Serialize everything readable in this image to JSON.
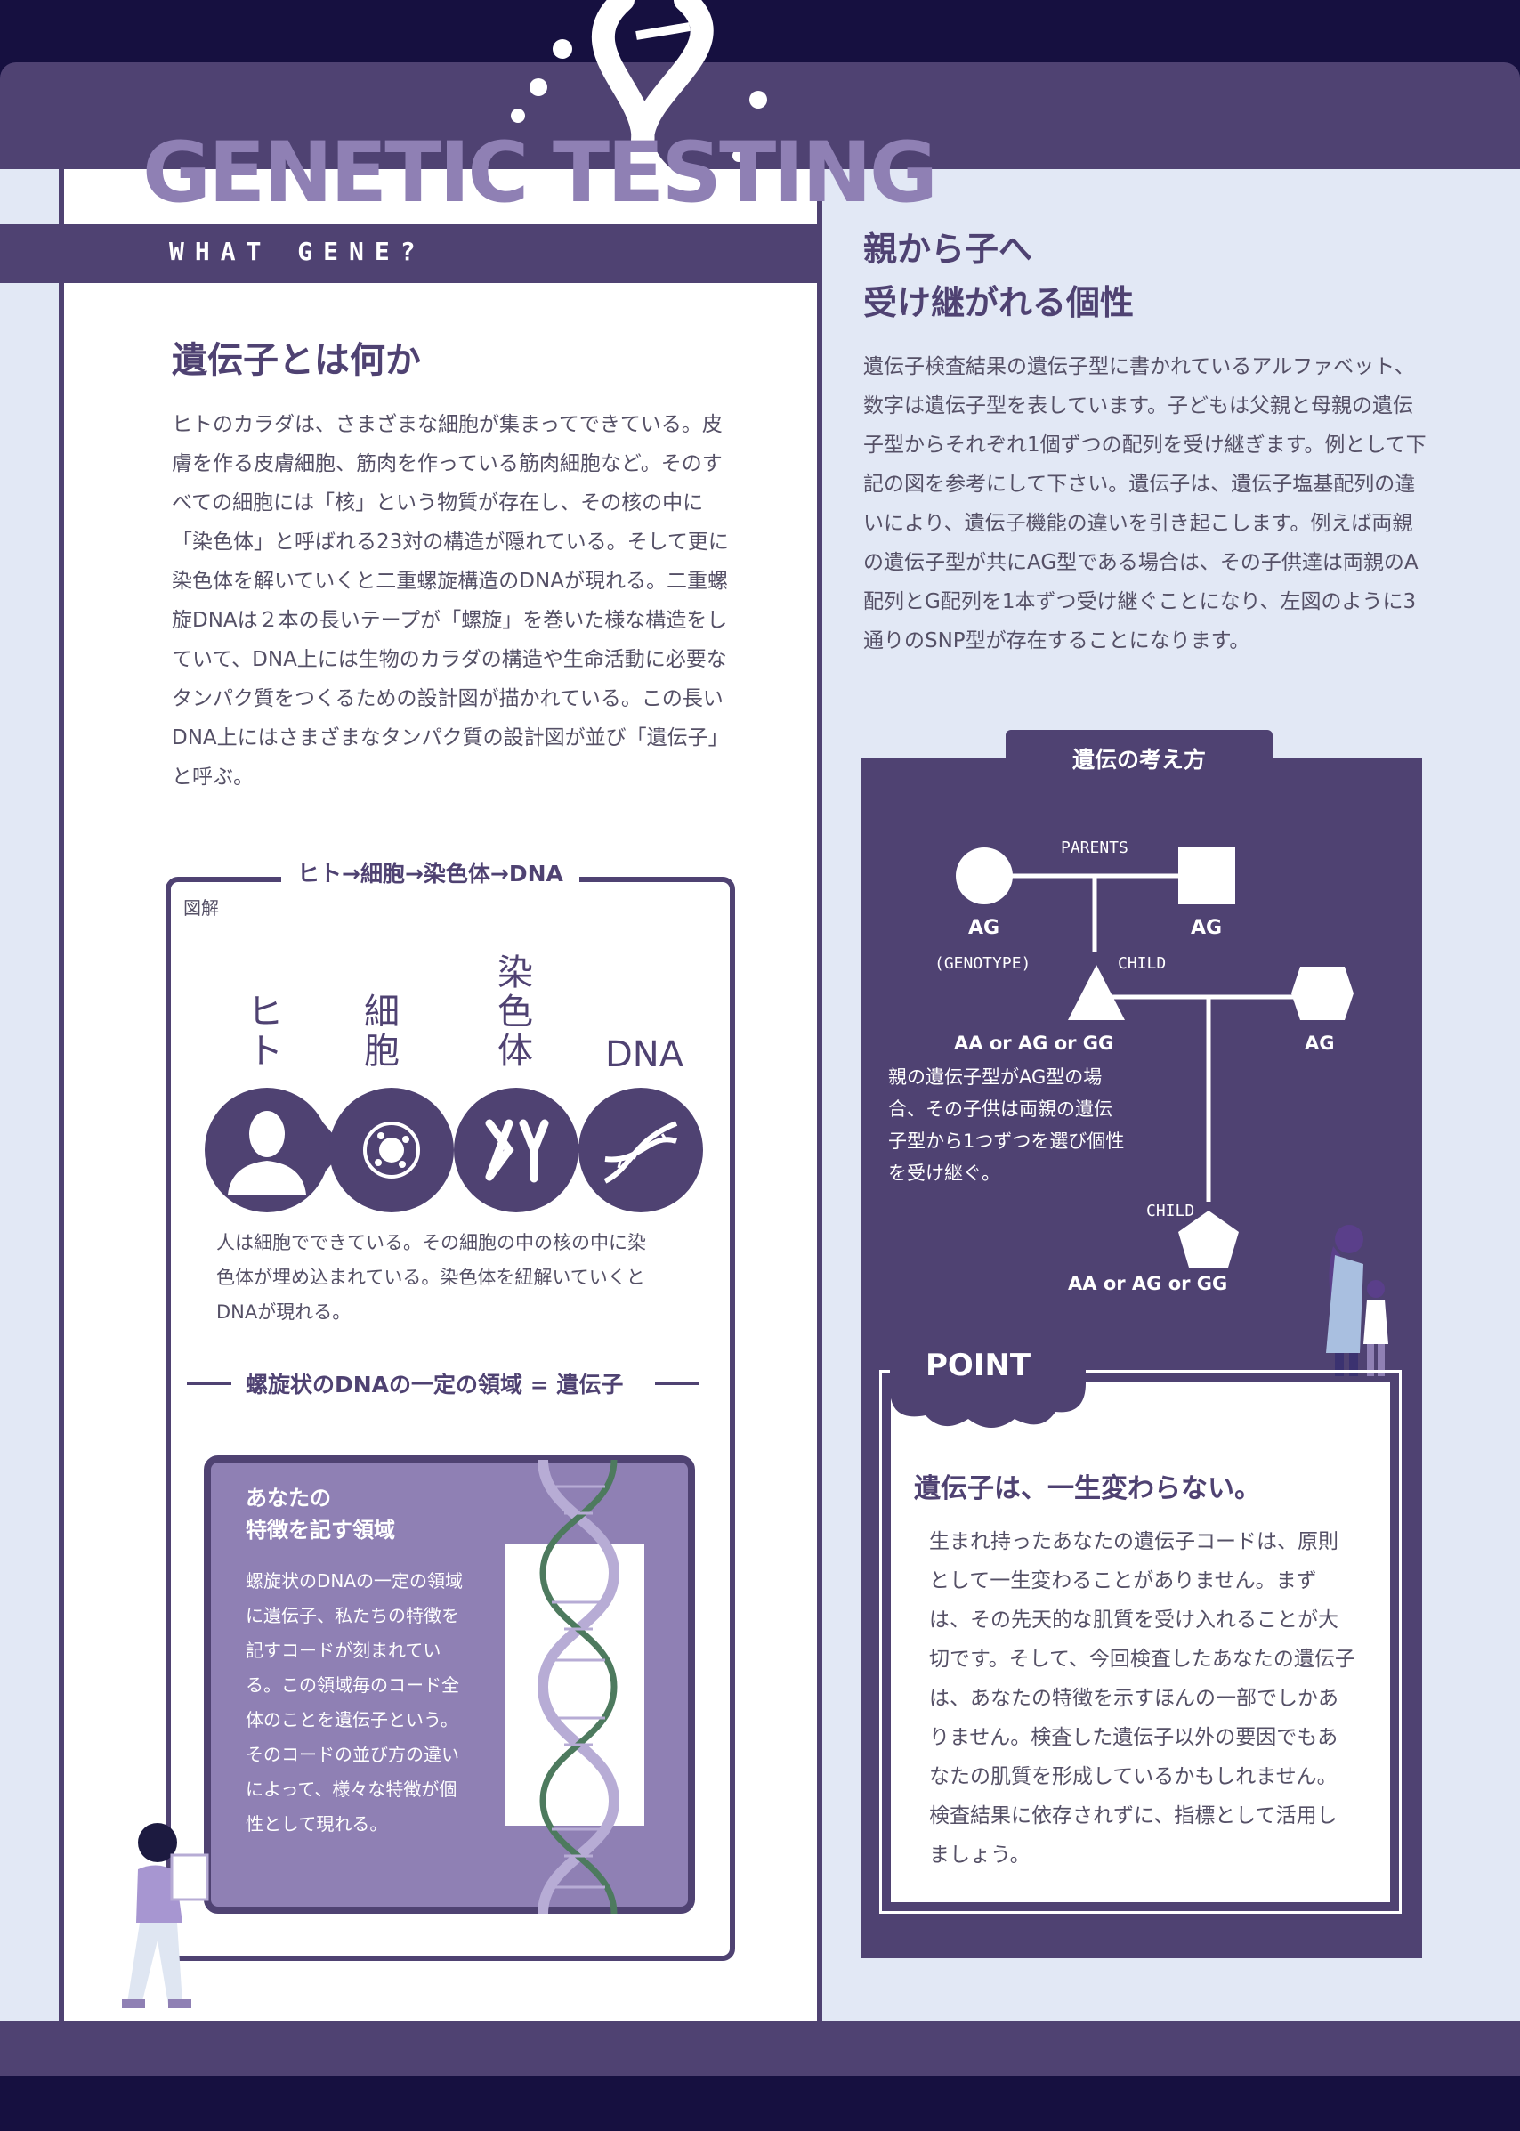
{
  "header": {
    "title": "GENETIC TESTING",
    "subtitle": "WHAT GENE?"
  },
  "left": {
    "heading": "遺伝子とは何か",
    "body": "ヒトのカラダは、さまざまな細胞が集まってできている。皮膚を作る皮膚細胞、筋肉を作っている筋肉細胞など。そのすべての細胞には「核」という物質が存在し、その核の中に「染色体」と呼ばれる23対の構造が隠れている。そして更に染色体を解いていくと二重螺旋構造のDNAが現れる。二重螺旋DNAは２本の長いテープが「螺旋」を巻いた様な構造をしていて、DNA上には生物のカラダの構造や生命活動に必要なタンパク質をつくるための設計図が描かれている。この長いDNA上にはさまざまなタンパク質の設計図が並び「遺伝子」と呼ぶ。",
    "figure": {
      "title": "ヒト→細胞→染色体→DNA",
      "tag": "図解",
      "labels": [
        "ヒト",
        "細胞",
        "染色体",
        "DNA"
      ],
      "caption": "人は細胞でできている。その細胞の中の核の中に染色体が埋め込まれている。染色体を紐解いていくとDNAが現れる。",
      "icons": [
        "person-icon",
        "cell-icon",
        "chromosome-icon",
        "dna-icon"
      ]
    },
    "gene_line": "螺旋状のDNAの一定の領域 = 遺伝子",
    "inner": {
      "title": "あなたの\n特徴を記す領域",
      "body": "螺旋状のDNAの一定の領域に遺伝子、私たちの特徴を記すコードが刻まれている。この領域毎のコード全体のことを遺伝子という。そのコードの並び方の違いによって、様々な特徴が個性として現れる。"
    }
  },
  "right": {
    "heading_line1": "親から子へ",
    "heading_line2": "受け継がれる個性",
    "body": "遺伝子検査結果の遺伝子型に書かれているアルファベット、数字は遺伝子型を表しています。子どもは父親と母親の遺伝子型からそれぞれ1個ずつの配列を受け継ぎます。例として下記の図を参考にして下さい。遺伝子は、遺伝子塩基配列の違いにより、遺伝子機能の違いを引き起こします。例えば両親の遺伝子型が共にAG型である場合は、その子供達は両親のA配列とG配列を1本ずつ受け継ぐことになり、左図のように3通りのSNP型が存在することになります。",
    "diagram": {
      "tab": "遺伝の考え方",
      "parents": "PARENTS",
      "mother": "AG",
      "father": "AG",
      "genotype": "(GENOTYPE)",
      "child1": "CHILD",
      "child_result": "AA or AG or GG",
      "spouse": "AG",
      "child2": "CHILD",
      "grandchild_result": "AA or AG or GG",
      "note": "親の遺伝子型がAG型の場合、その子供は両親の遺伝子型から1つずつを選び個性を受け継ぐ。"
    },
    "point": {
      "label": "POINT",
      "heading": "遺伝子は、一生変わらない。",
      "body": "生まれ持ったあなたの遺伝子コードは、原則として一生変わることがありません。まずは、その先天的な肌質を受け入れることが大切です。そして、今回検査したあなたの遺伝子は、あなたの特徴を示すほんの一部でしかありません。検査した遺伝子以外の要因でもあなたの肌質を形成しているかもしれません。検査結果に依存されずに、指標として活用しましょう。"
    }
  },
  "colors": {
    "dark_navy": "#161040",
    "purple": "#4f4272",
    "lavender": "#8f80b4",
    "pale_blue": "#e2e8f5",
    "text_gray": "#555066"
  }
}
